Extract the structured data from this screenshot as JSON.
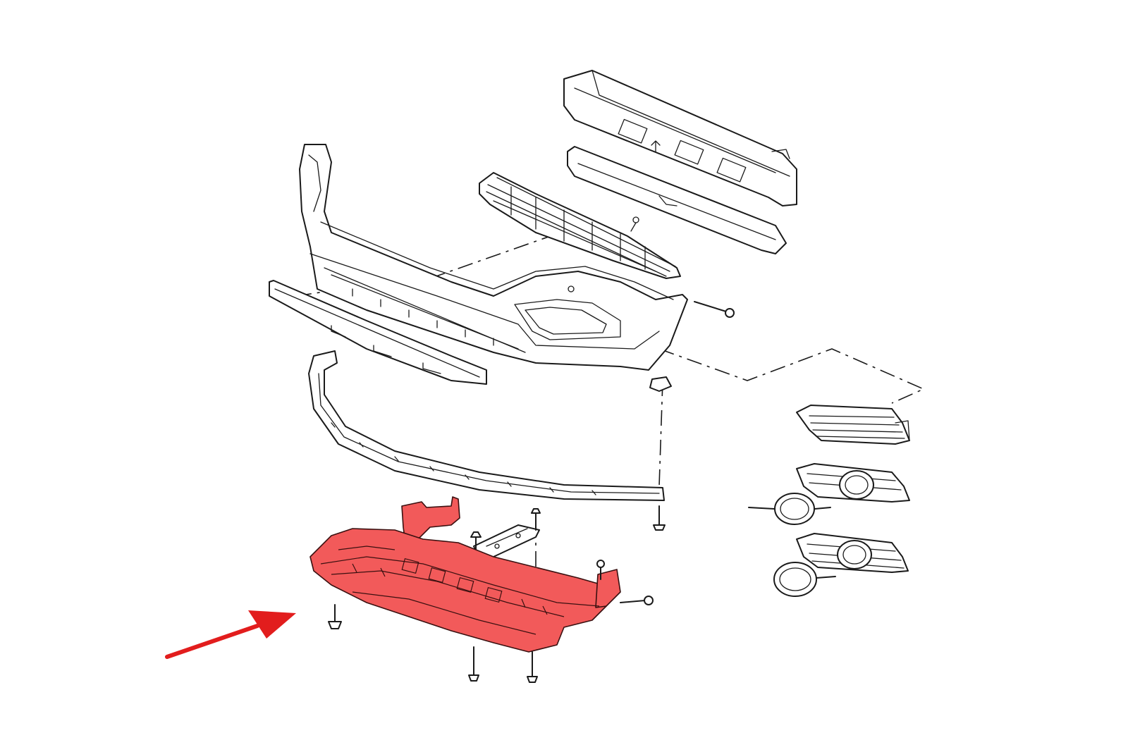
{
  "diagram": {
    "colors": {
      "background": "#ffffff",
      "line": "#1a1a1a",
      "highlight_part": "#f25a5a",
      "arrow": "#e21d1d"
    },
    "parts": [
      "bumper-reinforcement-bar",
      "energy-absorber",
      "upper-grille",
      "front-bumper-cover",
      "lower-bumper-trim",
      "bumper-lower-spoiler",
      "engine-splash-shield",
      "fog-lamp-bezel-blank",
      "fog-lamp-bezel-with-ring-upper",
      "fog-lamp-bezel-with-ring-lower"
    ],
    "highlighted_part": "engine-splash-shield",
    "pointer_target": "engine-splash-shield"
  }
}
